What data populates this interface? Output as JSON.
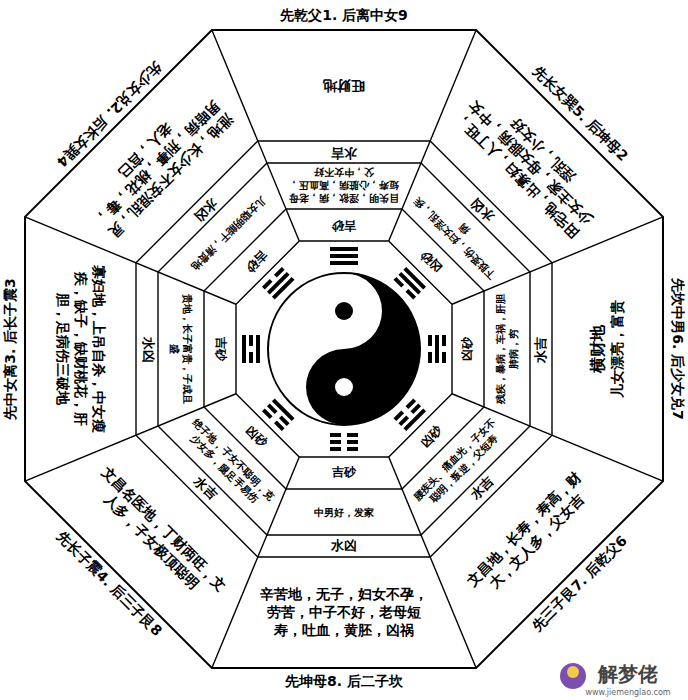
{
  "diagram": {
    "nodes": [
      {
        "text": [
          "旺财地"
        ]
      },
      {
        "text": [
          "田宅地，出寡妇，人丁旺，少女主家，母女眼病，中女淫乱，小女好"
        ]
      },
      {
        "text": [
          "横财地",
          "儿女漂亮，富贵"
        ]
      },
      {
        "text": [
          "文昌地，长寿，寿高，财大，文人多，父女吉"
        ]
      },
      {
        "text": [
          "辛苦地，无子，妇女不孕，劳苦，中子不好，老母短寿，吐血，黄胚，凶祸"
        ]
      },
      {
        "text": [
          "文昌名医地，丁财两旺，文人多，子女极顶聪明"
        ]
      },
      {
        "text": [
          "寡妇地，上吊自杀，中女瘦疾，缺子，缺财桃花，肝胆，足病伤三破地"
        ]
      },
      {
        "text": [
          "泄地，长少女不安混乱，灵男暗病，刑事，桃花，毒，老人，宫巳"
        ]
      },
      {
        "text": [
          "水吉"
        ]
      },
      {
        "text": [
          "水凶"
        ]
      },
      {
        "text": [
          "水吉"
        ]
      },
      {
        "text": [
          "水吉"
        ]
      },
      {
        "text": [
          "水凶"
        ]
      },
      {
        "text": [
          "水吉"
        ]
      },
      {
        "text": [
          "水凶"
        ]
      },
      {
        "text": [
          "水凶"
        ]
      },
      {
        "text": [
          "目失明，淫欲，病，老母短寿，心脏病，高血压，父，中女不好"
        ]
      },
      {
        "text": [
          "下肢受伤，妇女淫乱，疾病"
        ]
      },
      {
        "text": [
          "残疾，暴病，车祸，肝胆肺病，穷"
        ]
      },
      {
        "text": [
          "腰疾头、痛血光，子女不聪明，叛逆，父短寿"
        ]
      },
      {
        "text": [
          "中男好，发家"
        ]
      },
      {
        "text": [
          "绝子地，子女不聪明，克少女多，腿足手易伤"
        ]
      },
      {
        "text": [
          "贵地，长子富贵，子成且盛"
        ]
      },
      {
        "text": [
          "儿女聪明能干，清贵地"
        ]
      },
      {
        "text": [
          "吉砂"
        ]
      },
      {
        "text": [
          "凶砂"
        ]
      },
      {
        "text": [
          "凶砂"
        ]
      },
      {
        "text": [
          "凶砂"
        ]
      },
      {
        "text": [
          "吉砂"
        ]
      },
      {
        "text": [
          "凶砂"
        ]
      },
      {
        "text": [
          "吉砂"
        ]
      },
      {
        "text": [
          "吉砂"
        ]
      }
    ],
    "labels": [
      "先乾父1. 后离中女9",
      "先长女巽5. 后坤母2",
      "先坎中男6. 后少女兑7",
      "先三子艮7. 后乾父6",
      "先坤母8. 后二子坎",
      "先长子震4. 后三子艮8",
      "先中女离3. 后长子震3",
      "先少女兑2. 后长女巽4",
      "解梦佬",
      "www.jiemenglao.com"
    ]
  }
}
